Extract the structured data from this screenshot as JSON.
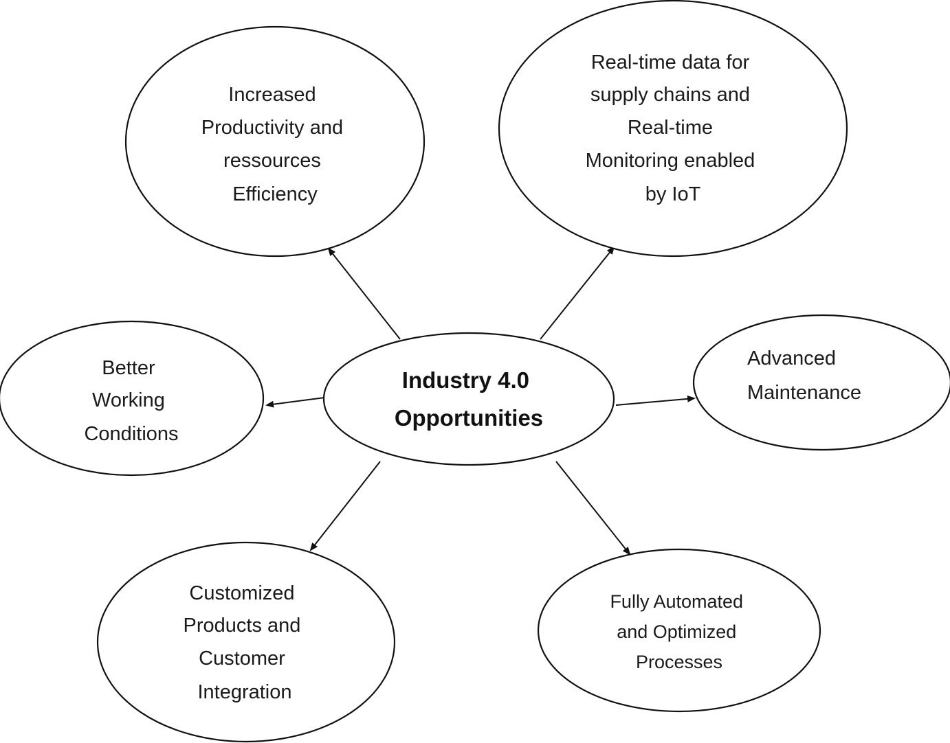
{
  "center": {
    "lines": [
      "Industry 4.0",
      "Opportunities"
    ]
  },
  "nodes": {
    "productivity": {
      "lines": [
        "Increased",
        "Productivity and",
        "ressources",
        "Efficiency"
      ]
    },
    "realtime": {
      "lines": [
        "Real-time data for",
        "supply chains and",
        "Real-time",
        "Monitoring enabled",
        "by IoT"
      ]
    },
    "working": {
      "lines": [
        "Better",
        "Working",
        "Conditions"
      ]
    },
    "maintenance": {
      "lines": [
        "Advanced",
        "Maintenance"
      ]
    },
    "customized": {
      "lines": [
        "Customized",
        "Products and",
        "Customer",
        "Integration"
      ]
    },
    "automated": {
      "lines": [
        "Fully Automated",
        "and Optimized",
        "Processes"
      ]
    }
  }
}
